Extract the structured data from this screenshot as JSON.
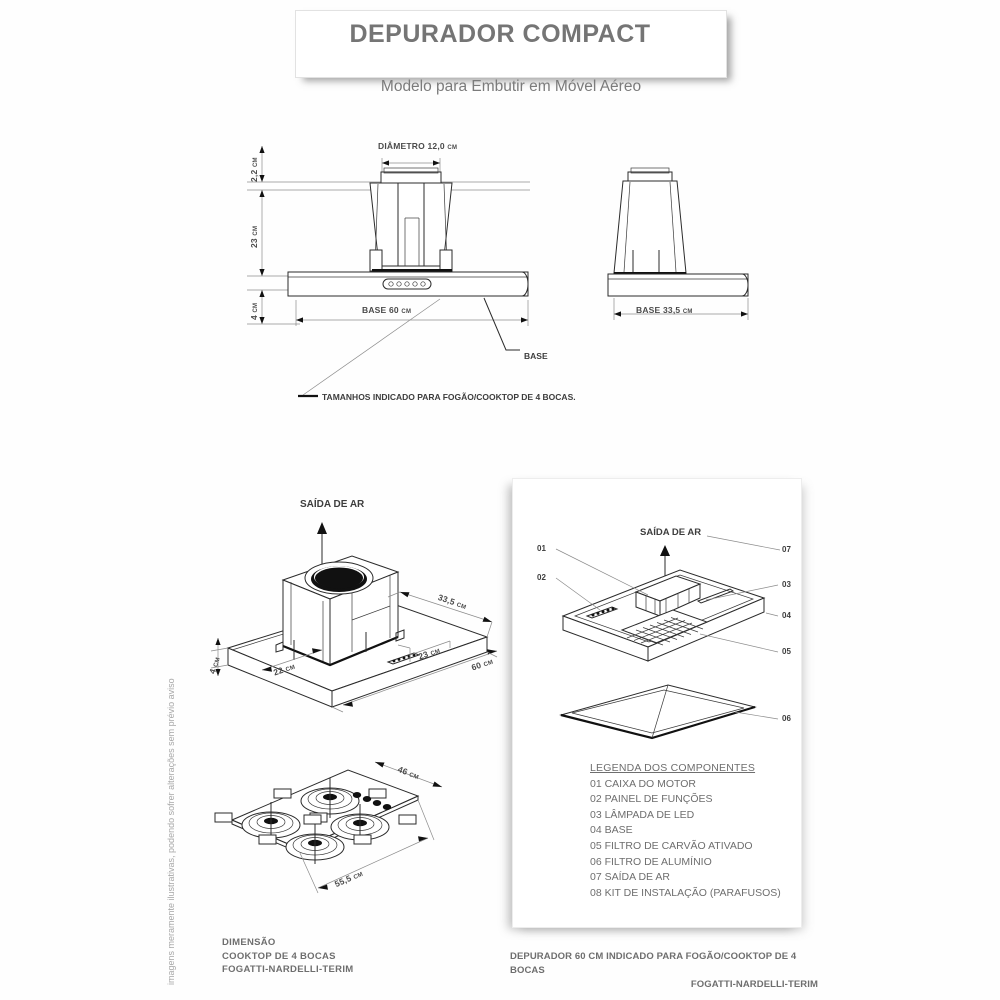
{
  "header": {
    "title": "DEPURADOR COMPACT",
    "subtitle": "Modelo para Embutir em Móvel Aéreo"
  },
  "front_view": {
    "diameter_label": "DIÂMETRO 12,0",
    "diameter_unit": "CM",
    "height_top": "2,2",
    "height_top_unit": "CM",
    "height_body": "23",
    "height_body_unit": "CM",
    "height_base": "4",
    "height_base_unit": "CM",
    "base_label": "BASE  60",
    "base_unit": "CM",
    "base_callout": "BASE",
    "note": "TAMANHOS INDICADO PARA FOGÃO/COOKTOP DE 4 BOCAS."
  },
  "side_view": {
    "base_label": "BASE  33,5",
    "base_unit": "CM"
  },
  "iso_view": {
    "air_outlet": "SAÍDA DE AR",
    "depth": "33,5",
    "depth_unit": "CM",
    "motor_width": "23",
    "motor_width_unit": "CM",
    "motor_depth": "22",
    "motor_depth_unit": "CM",
    "base_height": "4",
    "base_height_unit": "CM",
    "width": "60",
    "width_unit": "CM"
  },
  "cooktop_view": {
    "depth": "46",
    "depth_unit": "CM",
    "width": "55,5",
    "width_unit": "CM"
  },
  "exploded_view": {
    "air_outlet": "SAÍDA DE AR",
    "callouts": [
      {
        "id": "01",
        "side": "left"
      },
      {
        "id": "02",
        "side": "left"
      },
      {
        "id": "07",
        "side": "right"
      },
      {
        "id": "03",
        "side": "right"
      },
      {
        "id": "04",
        "side": "right"
      },
      {
        "id": "05",
        "side": "right"
      },
      {
        "id": "06",
        "side": "right"
      }
    ]
  },
  "legend": {
    "title": "LEGENDA DOS COMPONENTES",
    "items": [
      "01 CAIXA DO MOTOR",
      "02 PAINEL DE FUNÇÕES",
      "03 LÂMPADA DE LED",
      "04 BASE",
      "05 FILTRO DE CARVÃO ATIVADO",
      "06 FILTRO DE ALUMÍNIO",
      "07 SAÍDA DE AR",
      "08 KIT DE INSTALAÇÃO (PARAFUSOS)"
    ]
  },
  "captions": {
    "left_line1": "DIMENSÃO",
    "left_line2": "COOKTOP DE 4 BOCAS",
    "left_line3": "FOGATTI-NARDELLI-TERIM",
    "right_line1": "DEPURADOR  60 CM INDICADO PARA FOGÃO/COOKTOP DE 4 BOCAS",
    "right_line2": "FOGATTI-NARDELLI-TERIM"
  },
  "side_note": "imagens meramente ilustrativas, podendo sofrer alterações sem prévio aviso",
  "colors": {
    "text_grey": "#6e6e6e",
    "line_black": "#2b2b2b",
    "panel_white": "#ffffff"
  }
}
